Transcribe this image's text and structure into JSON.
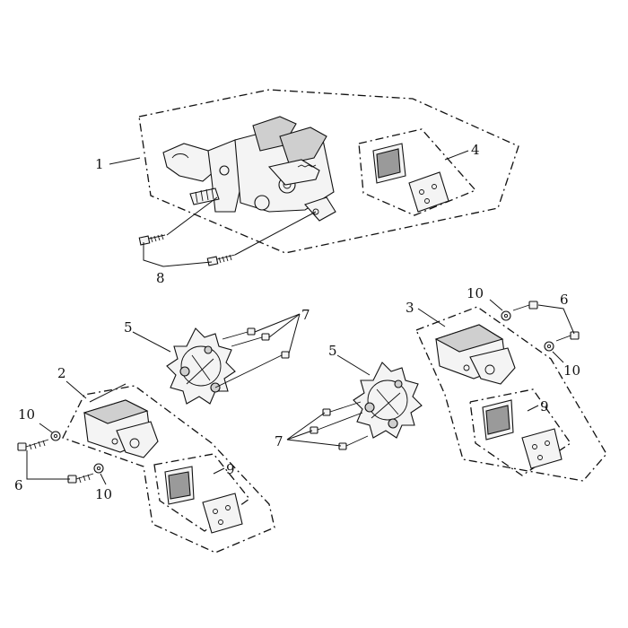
{
  "callouts": {
    "c1": "1",
    "c2": "2",
    "c3": "3",
    "c4": "4",
    "c5_left": "5",
    "c5_right": "5",
    "c6_left": "6",
    "c6_right": "6",
    "c7_top": "7",
    "c7_bottom": "7",
    "c8": "8",
    "c9_left": "9",
    "c9_right": "9",
    "c10_left_top": "10",
    "c10_left_bottom": "10",
    "c10_right_top": "10",
    "c10_right_bottom": "10"
  }
}
